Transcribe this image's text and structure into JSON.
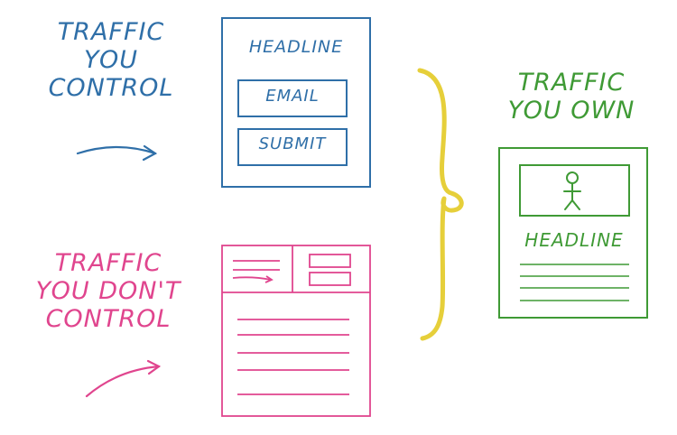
{
  "labels": {
    "control": [
      "TRAFFIC",
      "YOU",
      "CONTROL"
    ],
    "dont_control": [
      "TRAFFIC",
      "YOU DON'T",
      "CONTROL"
    ],
    "own": [
      "TRAFFIC",
      "YOU OWN"
    ]
  },
  "landing_page": {
    "headline": "HEADLINE",
    "email": "EMAIL",
    "submit": "SUBMIT"
  },
  "owned_page": {
    "headline": "HEADLINE"
  },
  "colors": {
    "blue": "#2f6fa8",
    "pink": "#e0458e",
    "green": "#3f9a35",
    "yellow": "#e6cf3a"
  }
}
